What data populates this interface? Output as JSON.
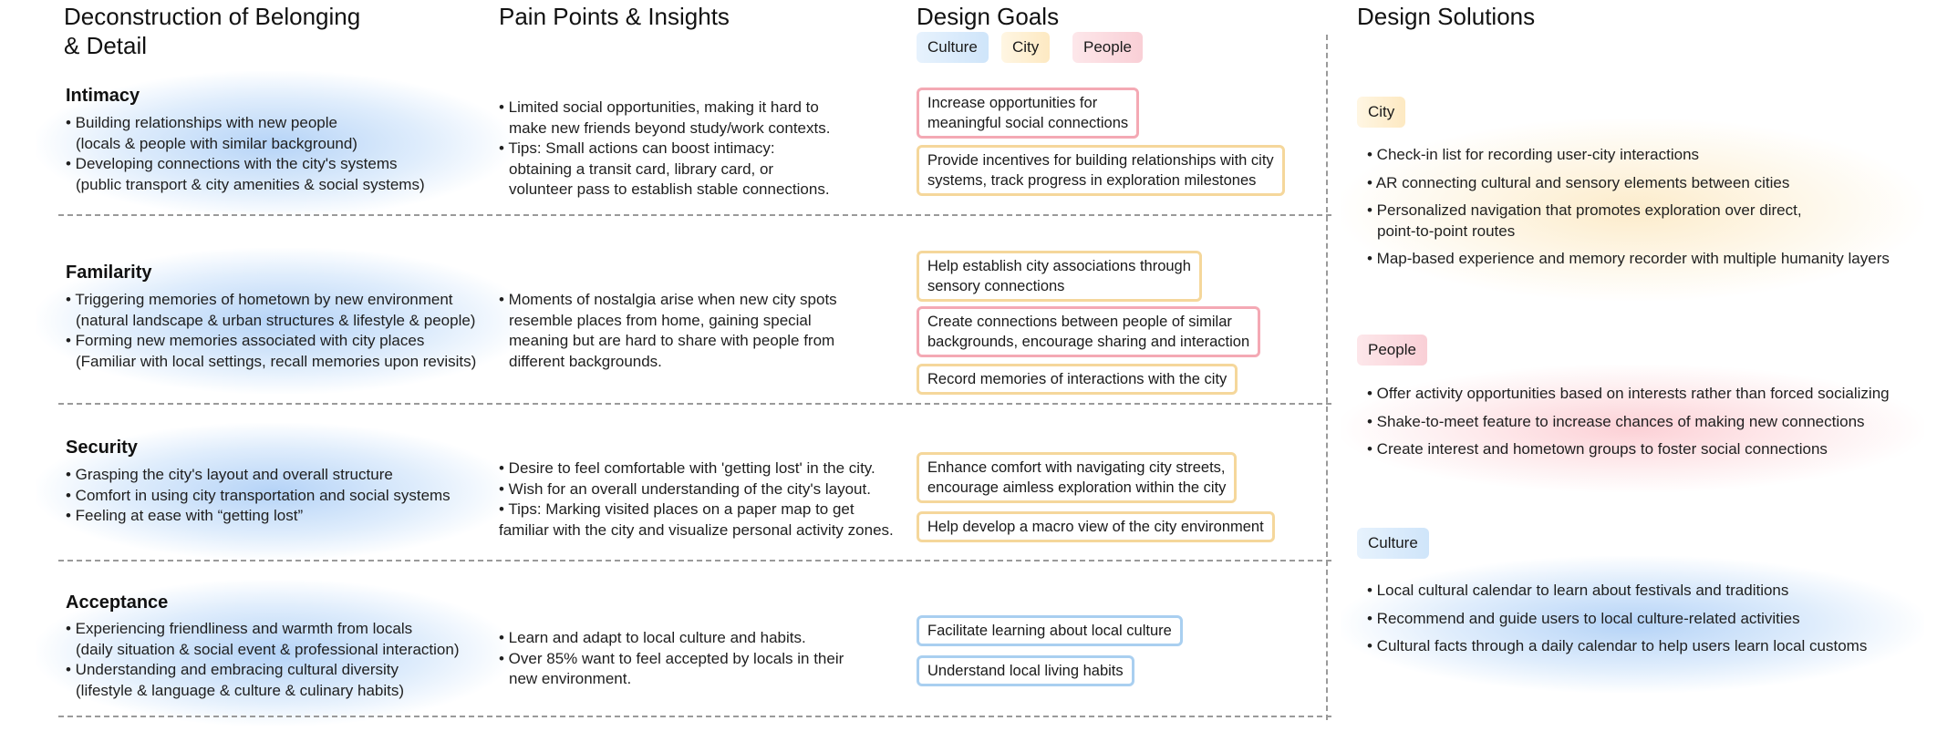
{
  "columns": {
    "deconstruction_l1": "Deconstruction of Belonging",
    "deconstruction_l2": "& Detail",
    "pain": "Pain Points & Insights",
    "goals": "Design Goals",
    "solutions": "Design Solutions"
  },
  "legend": {
    "culture": "Culture",
    "city": "City",
    "people": "People"
  },
  "colors": {
    "city": "#f5d79b",
    "people": "#f4a9b4",
    "culture": "#a9cff0"
  },
  "sections": [
    {
      "title": "Intimacy",
      "b1": "• Building relationships with new people",
      "b1s": "(locals & people with similar background)",
      "b2": "• Developing connections with the city's systems",
      "b2s": "(public transport & city amenities & social systems)",
      "pain": [
        "• Limited social opportunities, making it hard to",
        "make new friends beyond study/work contexts.",
        "• Tips: Small actions can boost intimacy:",
        "obtaining a transit card, library card, or",
        "volunteer pass to establish stable connections."
      ],
      "goals": [
        [
          "Increase opportunities for",
          "meaningful social connections"
        ],
        [
          "Provide incentives for building relationships with city",
          "systems, track progress in exploration milestones"
        ]
      ]
    },
    {
      "title": "Familarity",
      "b1": "• Triggering memories of hometown by new environment",
      "b1s": "(natural landscape & urban structures & lifestyle & people)",
      "b2": "• Forming new memories associated with city places",
      "b2s": "(Familiar with local settings, recall memories upon revisits)",
      "pain": [
        "• Moments of nostalgia arise when new city spots",
        "resemble places from home, gaining special",
        "meaning but are hard to share with people from",
        "different backgrounds."
      ],
      "goals": [
        [
          "Help establish city associations through",
          "sensory connections"
        ],
        [
          "Create connections between people of similar",
          "backgrounds, encourage sharing and interaction"
        ],
        [
          "Record memories of interactions with the city"
        ]
      ]
    },
    {
      "title": "Security",
      "b1": "• Grasping the city's layout and overall structure",
      "b2": "• Comfort in using city transportation and social systems",
      "b3": "• Feeling at ease with “getting lost”",
      "pain": [
        "• Desire to feel comfortable with 'getting lost' in the city.",
        "• Wish for an overall understanding of the city's layout.",
        "• Tips: Marking visited places on a paper map to get",
        "familiar with the city and visualize personal activity zones."
      ],
      "goals": [
        [
          "Enhance comfort with navigating city streets,",
          "encourage aimless exploration within the city"
        ],
        [
          "Help develop a macro view of the city environment"
        ]
      ]
    },
    {
      "title": "Acceptance",
      "b1": "• Experiencing friendliness and warmth from locals",
      "b1s": "(daily situation & social event & professional interaction)",
      "b2": "• Understanding and embracing cultural diversity",
      "b2s": "(lifestyle & language & culture & culinary habits)",
      "pain": [
        "• Learn and adapt to local culture and habits.",
        "• Over 85% want to feel accepted by locals in their",
        "new environment."
      ],
      "goals": [
        [
          "Facilitate learning about local culture"
        ],
        [
          "Understand local living habits"
        ]
      ]
    }
  ],
  "solutions": {
    "city": {
      "label": "City",
      "items": [
        "• Check-in list for recording user-city interactions",
        "• AR connecting cultural and sensory elements between cities",
        "• Personalized navigation that promotes exploration over direct,",
        "point-to-point routes",
        "• Map-based experience and memory recorder with multiple humanity layers"
      ]
    },
    "people": {
      "label": "People",
      "items": [
        "• Offer activity opportunities based on interests rather than forced socializing",
        "• Shake-to-meet feature to increase chances of making new connections",
        "• Create interest and hometown groups to foster social connections"
      ]
    },
    "culture": {
      "label": "Culture",
      "items": [
        "• Local cultural calendar to learn about festivals and traditions",
        "• Recommend and guide users to local culture-related activities",
        "• Cultural facts through a daily calendar to help users learn local customs"
      ]
    }
  }
}
